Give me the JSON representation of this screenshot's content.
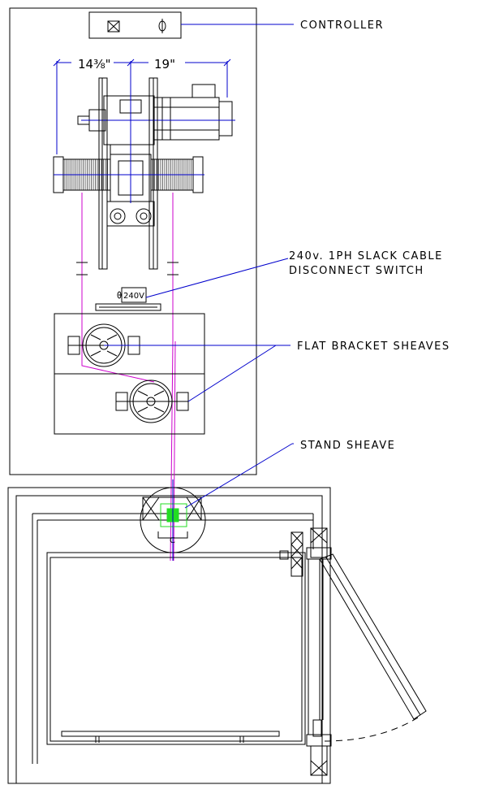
{
  "labels": {
    "controller": "CONTROLLER",
    "slack_line1": "240v. 1PH SLACK CABLE",
    "slack_line2": "DISCONNECT SWITCH",
    "flat_bracket": "FLAT BRACKET SHEAVES",
    "stand_sheave": "STAND SHEAVE"
  },
  "dimensions": {
    "left": "14⅜\"",
    "right": "19\""
  },
  "switch_label": "240V",
  "centerline_symbol": "C",
  "colors": {
    "leader": "#0000cc",
    "cable": "#cc00cc",
    "sheave_green": "#22dd22",
    "dim_line": "#0000cc",
    "outline": "#000000"
  }
}
